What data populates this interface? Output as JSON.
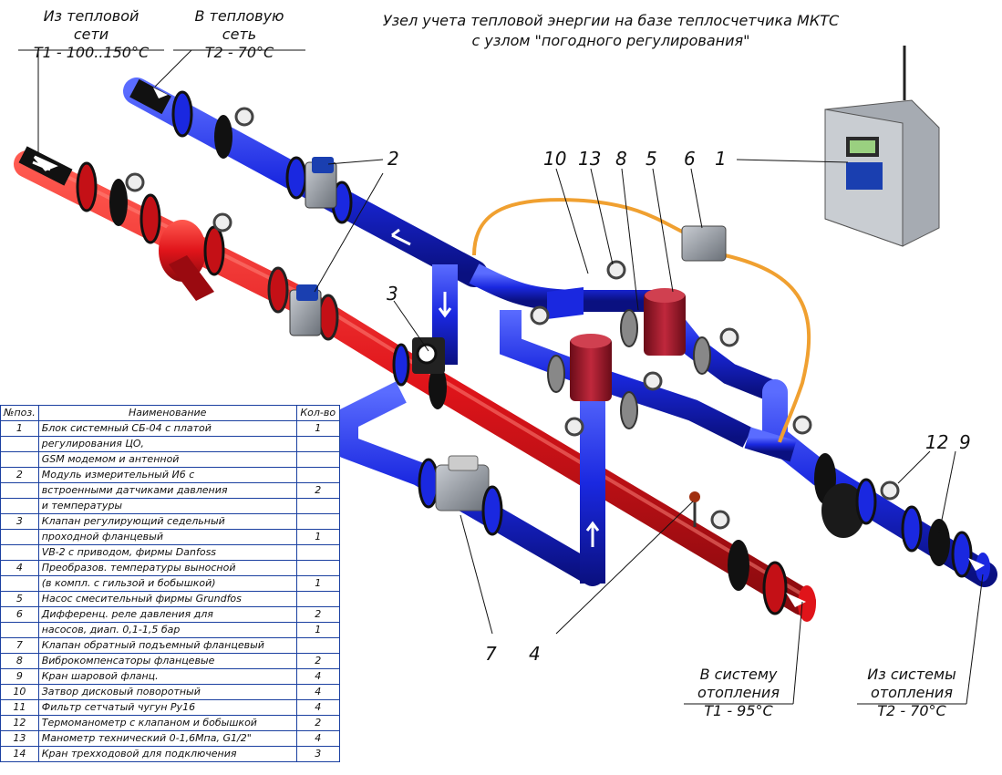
{
  "title": {
    "line1": "Узел учета тепловой энергии на базе теплосчетчика МКТС",
    "line2": "с узлом \"погодного регулирования\""
  },
  "connections": {
    "from_network": {
      "l1": "Из тепловой",
      "l2": "сети",
      "l3": "T1 - 100..150°C"
    },
    "to_network": {
      "l1": "В тепловую",
      "l2": "сеть",
      "l3": "T2 - 70°C"
    },
    "to_heating": {
      "l1": "В систему",
      "l2": "отопления",
      "l3": "T1 - 95°C"
    },
    "from_heating": {
      "l1": "Из системы",
      "l2": "отопления",
      "l3": "T2 - 70°C"
    }
  },
  "callouts": [
    "1",
    "2",
    "3",
    "4",
    "5",
    "6",
    "7",
    "8",
    "9",
    "10",
    "12",
    "13"
  ],
  "colors": {
    "supply": "#e0141a",
    "return": "#1a28e0",
    "cable": "#f0a030",
    "pump": "#a0182c"
  },
  "spec": {
    "headers": [
      "№поз.",
      "Наименование",
      "Кол-во"
    ],
    "rows": [
      [
        "1",
        "Блок системный СБ-04 с платой",
        "1"
      ],
      [
        "",
        "регулирования ЦО,",
        ""
      ],
      [
        "",
        "GSM модемом и антенной",
        ""
      ],
      [
        "2",
        "Модуль измерительный И6 с",
        ""
      ],
      [
        "",
        "встроенными датчиками давления",
        "2"
      ],
      [
        "",
        "и температуры",
        ""
      ],
      [
        "3",
        "Клапан регулирующий седельный",
        ""
      ],
      [
        "",
        "проходной фланцевый",
        "1"
      ],
      [
        "",
        "VB-2 с приводом, фирмы Danfoss",
        ""
      ],
      [
        "4",
        "Преобразов. температуры выносной",
        ""
      ],
      [
        "",
        "(в компл. с гильзой и бобышкой)",
        "1"
      ],
      [
        "5",
        "Насос смесительный фирмы Grundfos",
        ""
      ],
      [
        "6",
        "Дифференц. реле давления для",
        "2"
      ],
      [
        "",
        "насосов, диап. 0,1-1,5 бар",
        "1"
      ],
      [
        "7",
        "Клапан обратный подъемный фланцевый",
        ""
      ],
      [
        "8",
        "Виброкомпенсаторы фланцевые",
        "2"
      ],
      [
        "9",
        "Кран шаровой фланц.",
        "4"
      ],
      [
        "10",
        "Затвор дисковый поворотный",
        "4"
      ],
      [
        "11",
        "Фильтр сетчатый чугун Ру16",
        "4"
      ],
      [
        "12",
        "Термоманометр с клапаном и бобышкой",
        "2"
      ],
      [
        "13",
        "Манометр технический 0-1,6Мпа,  G1/2\"",
        "4"
      ],
      [
        "14",
        "Кран трехходовой для подключения",
        "3"
      ]
    ]
  }
}
